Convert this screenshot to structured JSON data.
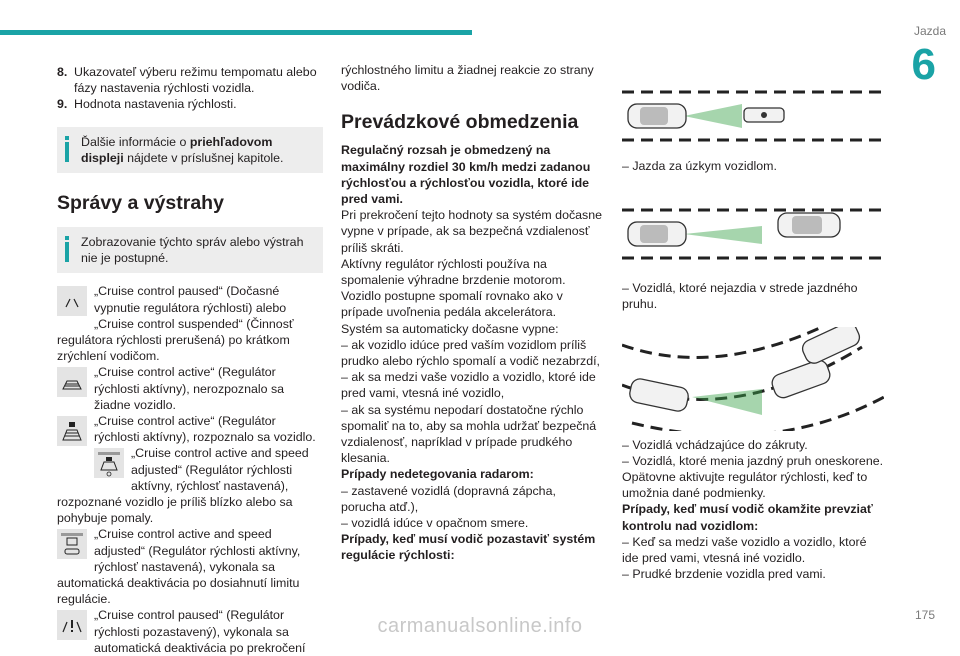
{
  "header": {
    "section": "Jazda",
    "chapter": "6"
  },
  "col1": {
    "items": [
      {
        "num": "8.",
        "text": "Ukazovateľ výberu režimu tempomatu alebo fázy nastavenia rýchlosti vozidla."
      },
      {
        "num": "9.",
        "text": "Hodnota nastavenia rýchlosti."
      }
    ],
    "info1": {
      "pre": "Ďalšie informácie o ",
      "bold": "priehľadovom displeji",
      "post": " nájdete v príslušnej kapitole."
    },
    "heading": "Správy a výstrahy",
    "info2": "Zobrazovanie týchto správ alebo výstrah nie je postupné.",
    "messages": [
      {
        "icon": "cruise-paused-icon",
        "text": "„Cruise control paused“ (Dočasné vypnutie regulátora rýchlosti) alebo „Cruise control suspended“ (Činnosť regulátora rýchlosti prerušená) po krátkom zrýchlení vodičom."
      },
      {
        "icon": "road-no-vehicle-icon",
        "text": "„Cruise control active“ (Regulátor rýchlosti aktívny), nerozpoznalo sa žiadne vozidlo."
      },
      {
        "icon": "road-vehicle-icon",
        "text": "„Cruise control active“ (Regulátor rýchlosti aktívny), rozpoznalo sa vozidlo."
      },
      {
        "icon": "speed-adjusted-icon",
        "text": "„Cruise control active and speed adjusted“ (Regulátor rýchlosti aktívny, rýchlosť nastavená), rozpoznané vozidlo je príliš blízko alebo sa pohybuje pomaly."
      },
      {
        "icon": "speed-adjusted-limit-icon",
        "text": "„Cruise control active and speed adjusted“ (Regulátor rýchlosti aktívny, rýchlosť nastavená), vykonala sa automatická deaktivácia po dosiahnutí limitu regulácie."
      },
      {
        "icon": "cruise-paused-warning-icon",
        "text": "„Cruise control paused“ (Regulátor rýchlosti pozastavený), vykonala sa automatická deaktivácia po prekročení"
      }
    ]
  },
  "col2": {
    "continuation": "rýchlostného limitu a žiadnej reakcie zo strany vodiča.",
    "heading": "Prevádzkové obmedzenia",
    "bold_intro": "Regulačný rozsah je obmedzený na maximálny rozdiel 30 km/h medzi zadanou rýchlosťou a rýchlosťou vozidla, ktoré ide pred vami.",
    "paragraphs": [
      "Pri prekročení tejto hodnoty sa systém dočasne vypne v prípade, ak sa bezpečná vzdialenosť príliš skráti.",
      "Aktívny regulátor rýchlosti používa na spomalenie výhradne brzdenie motorom.",
      "Vozidlo postupne spomalí rovnako ako v prípade uvoľnenia pedála akcelerátora.",
      "Systém sa automaticky dočasne vypne:",
      "– ak vozidlo idúce pred vaším vozidlom príliš prudko alebo rýchlo spomalí a vodič nezabrzdí,",
      "– ak sa medzi vaše vozidlo a vozidlo, ktoré ide pred vami, vtesná iné vozidlo,",
      "– ak sa systému nepodarí dostatočne rýchlo spomaliť na to, aby sa mohla udržať bezpečná vzdialenosť, napríklad v prípade prudkého klesania."
    ],
    "undetected_heading": "Prípady nedetegovania radarom:",
    "undetected_items": [
      "– zastavené vozidlá (dopravná zápcha, porucha atď.),",
      "– vozidlá idúce v opačnom smere."
    ],
    "disable_heading": "Prípady, keď musí vodič pozastaviť systém regulácie rýchlosti:"
  },
  "col3": {
    "captions": [
      "– Jazda za úzkym vozidlom.",
      "– Vozidlá, ktoré nejazdia v strede jazdného pruhu.",
      "– Vozidlá vchádzajúce do zákruty."
    ],
    "after": "– Vozidlá, ktoré menia jazdný pruh oneskorene.",
    "reactivate": "Opätovne aktivujte regulátor rýchlosti, keď to umožnia dané podmienky.",
    "takeover_heading": "Prípady, keď musí vodič okamžite prevziať kontrolu nad vozidlom:",
    "takeover_items": [
      "– Keď sa medzi vaše vozidlo a vozidlo, ktoré ide pred vami, vtesná iné vozidlo.",
      "– Prudké brzdenie vozidla pred vami."
    ]
  },
  "footer": {
    "page": "175",
    "watermark": "carmanualsonline.info"
  },
  "colors": {
    "accent": "#1aa3a6",
    "info_bg": "#ededed",
    "radar_green": "#3aa24a"
  }
}
